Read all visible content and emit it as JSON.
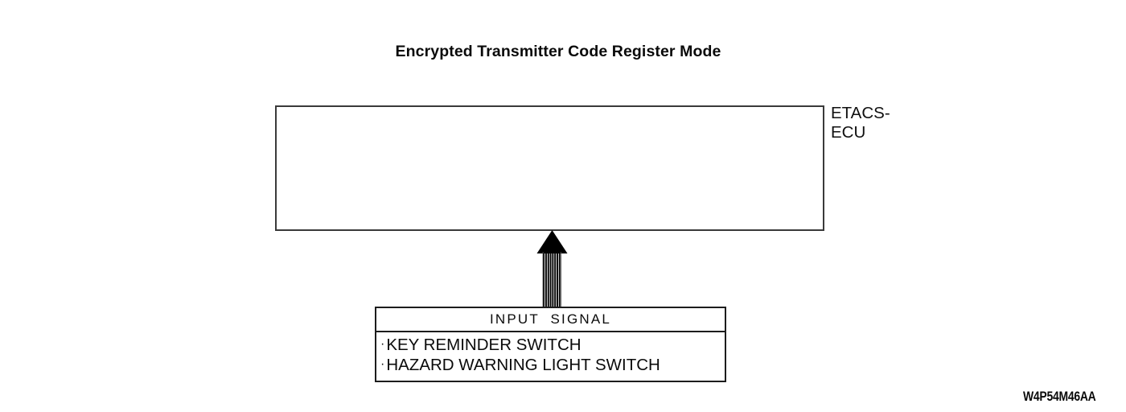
{
  "figure": {
    "title": "Encrypted Transmitter Code Register Mode",
    "code": "W4P54M46AA",
    "background_color": "#ffffff",
    "line_color": "#1c1c1c"
  },
  "ecu": {
    "label": "ETACS-\nECU",
    "box_border_color": "#3a3a3a",
    "box_fill": "#ffffff"
  },
  "arrow": {
    "name": "input-signal-arrow",
    "direction": "up",
    "style": "striped-shaft-solid-head",
    "color": "#000000"
  },
  "input_signal": {
    "header": "INPUT  SIGNAL",
    "items": [
      {
        "bullet": "·",
        "label": "KEY REMINDER SWITCH"
      },
      {
        "bullet": "·",
        "label": "HAZARD WARNING LIGHT SWITCH"
      }
    ],
    "box_border_color": "#1c1c1c"
  }
}
